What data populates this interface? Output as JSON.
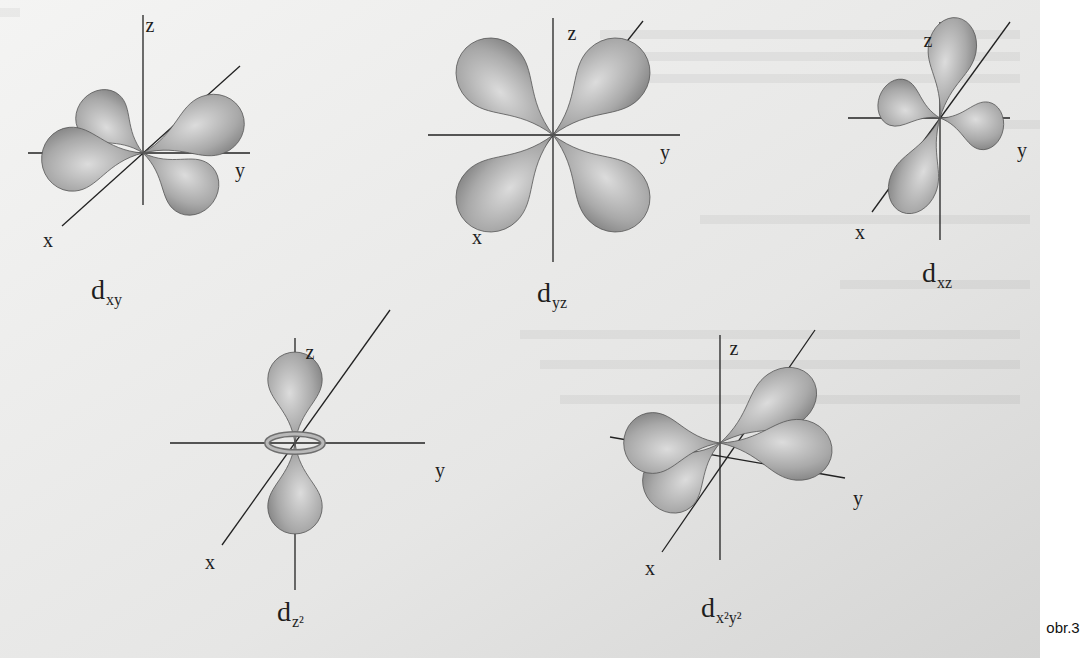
{
  "diagram": {
    "labels": [
      "z",
      "y",
      "x",
      "d",
      "xy",
      "z",
      "y",
      "x",
      "d",
      "yz",
      "z",
      "y",
      "x",
      "d",
      "xz",
      "z",
      "y",
      "x",
      "d",
      "z²",
      "z",
      "y",
      "x",
      "d",
      "x²y²",
      "obr.3"
    ]
  }
}
